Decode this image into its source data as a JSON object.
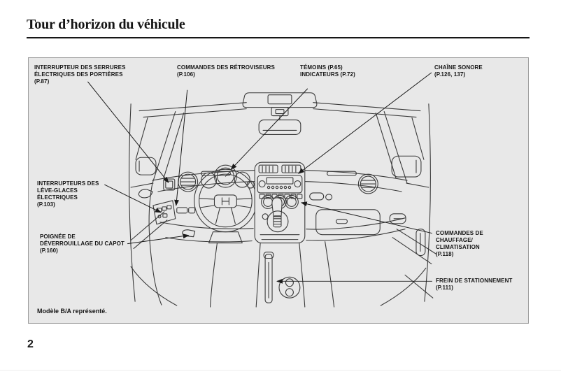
{
  "page": {
    "title": "Tour d’horizon du véhicule",
    "page_number": "2"
  },
  "diagram": {
    "caption": "Modèle B/A représenté.",
    "labels": {
      "door_locks": "INTERRUPTEUR DES SERRURES\nÉLECTRIQUES DES PORTIÈRES\n(P.87)",
      "mirror_controls": "COMMANDES DES RÉTROVISEURS\n(P.106)",
      "indicators": "TÉMOINS (P.65)\nINDICATEURS (P.72)",
      "audio_system": "CHAÎNE SONORE\n(P.126, 137)",
      "window_switches": "INTERRUPTEURS DES\nLÈVE-GLACES\nÉLECTRIQUES\n(P.103)",
      "hood_release": "POIGNÉE DE\nDÉVERROUILLAGE DU CAPOT\n(P.160)",
      "climate_controls": "COMMANDES DE\nCHAUFFAGE/\nCLIMATISATION\n(P.118)",
      "parking_brake": "FREIN DE STATIONNEMENT\n(P.111)"
    },
    "colors": {
      "panel_background": "#e8e8e8",
      "panel_border": "#9c9c9c",
      "line_art": "#3a3a3a",
      "text": "#161616"
    }
  }
}
